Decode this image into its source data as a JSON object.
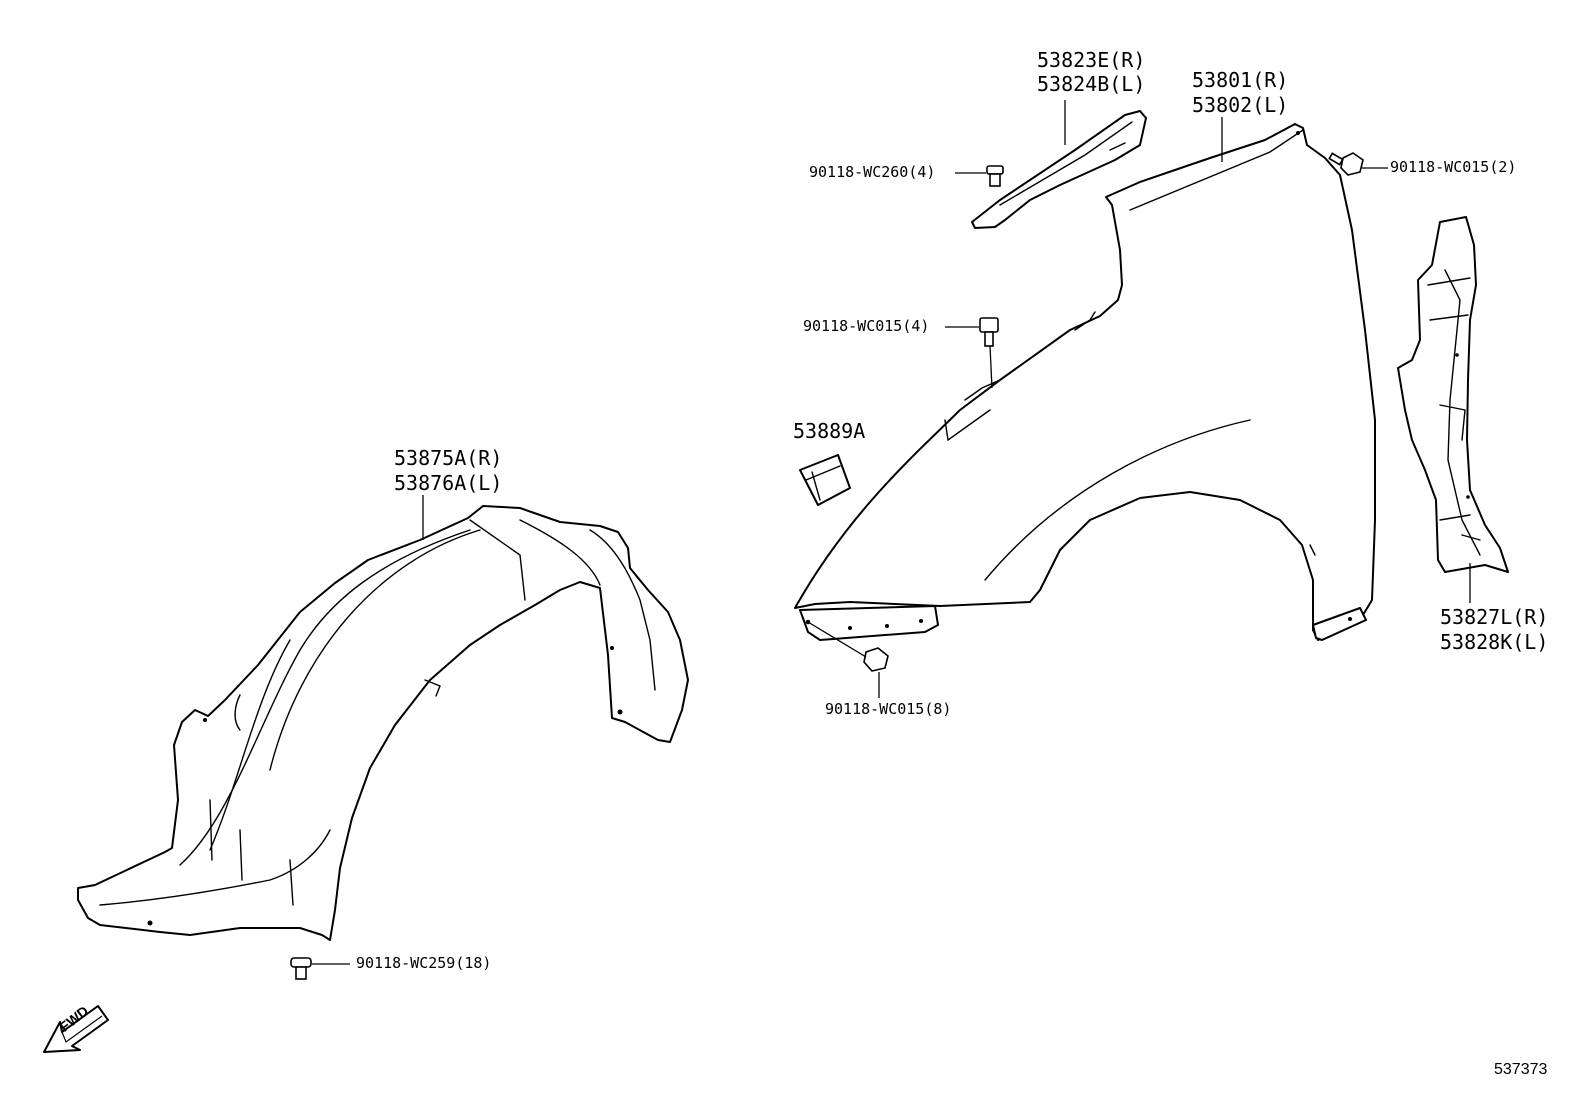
{
  "diagram_code": "537373",
  "direction_arrow": {
    "text": "FWD"
  },
  "parts": {
    "garnish_upper": {
      "line1": "53823E(R)",
      "line2": "53824B(L)"
    },
    "fender_panel": {
      "line1": "53801(R)",
      "line2": "53802(L)"
    },
    "fender_liner": {
      "line1": "53875A(R)",
      "line2": "53876A(L)"
    },
    "seal_pad": {
      "line1": "53889A"
    },
    "fender_bracket": {
      "line1": "53827L(R)",
      "line2": "53828K(L)"
    }
  },
  "fasteners": {
    "clip_wc260": {
      "label": "90118-WC260(4)"
    },
    "bolt_wc015_top": {
      "label": "90118-WC015(2)"
    },
    "bolt_wc015_mid": {
      "label": "90118-WC015(4)"
    },
    "bolt_wc015_bottom": {
      "label": "90118-WC015(8)"
    },
    "clip_wc259": {
      "label": "90118-WC259(18)"
    }
  }
}
